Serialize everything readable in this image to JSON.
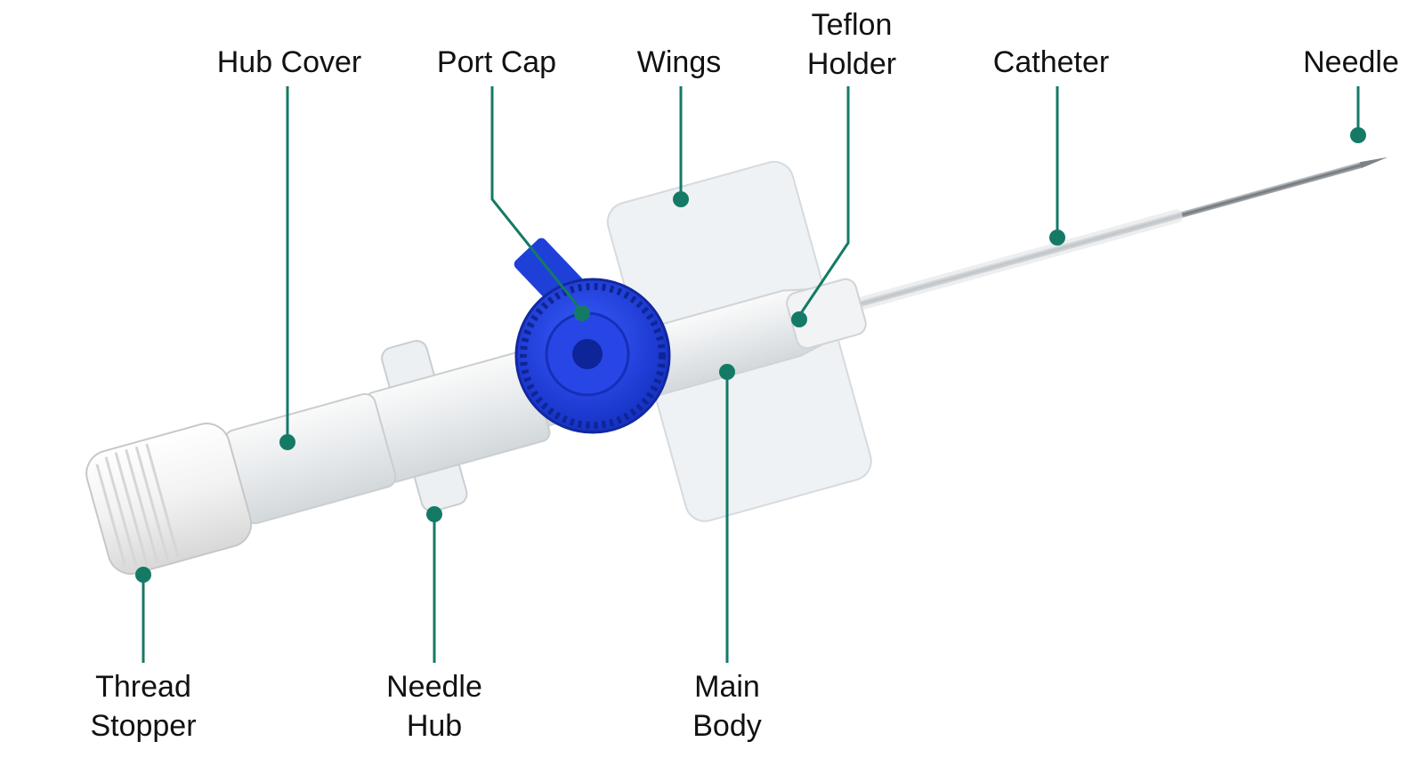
{
  "colors": {
    "leader": "#147a66",
    "port_cap_blue": "#1f3fd9",
    "stopper_white": "#f4f4f4",
    "needle_steel": "#8a8f95"
  },
  "labels": {
    "hub_cover": "Hub Cover",
    "port_cap": "Port Cap",
    "wings": "Wings",
    "teflon_holder": [
      "Teflon",
      "Holder"
    ],
    "catheter": "Catheter",
    "needle": "Needle",
    "thread_stopper": [
      "Thread",
      "Stopper"
    ],
    "needle_hub": [
      "Needle",
      "Hub"
    ],
    "main_body": [
      "Main",
      "Body"
    ]
  }
}
